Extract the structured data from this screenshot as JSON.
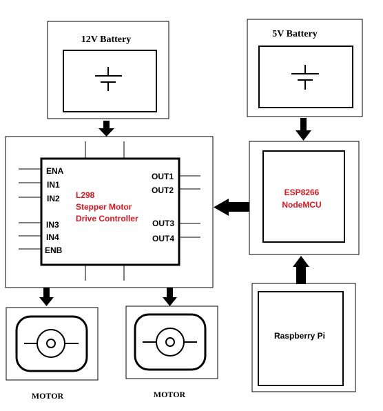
{
  "battery_12v": {
    "label": "12V Battery"
  },
  "battery_5v": {
    "label": "5V Battery"
  },
  "driver": {
    "name_line1": "L298",
    "name_line2": "Stepper Motor",
    "name_line3": "Drive Controller",
    "pins_left": [
      "ENA",
      "IN1",
      "IN2",
      "IN3",
      "IN4",
      "ENB"
    ],
    "pins_right": [
      "OUT1",
      "OUT2",
      "OUT3",
      "OUT4"
    ]
  },
  "esp": {
    "line1": "ESP8266",
    "line2": "NodeMCU"
  },
  "raspberry": {
    "label": "Raspberry Pi"
  },
  "motor_left": {
    "label": "MOTOR"
  },
  "motor_right": {
    "label": "MOTOR"
  },
  "colors": {
    "red_text": "#e0141e",
    "black": "#000000"
  }
}
